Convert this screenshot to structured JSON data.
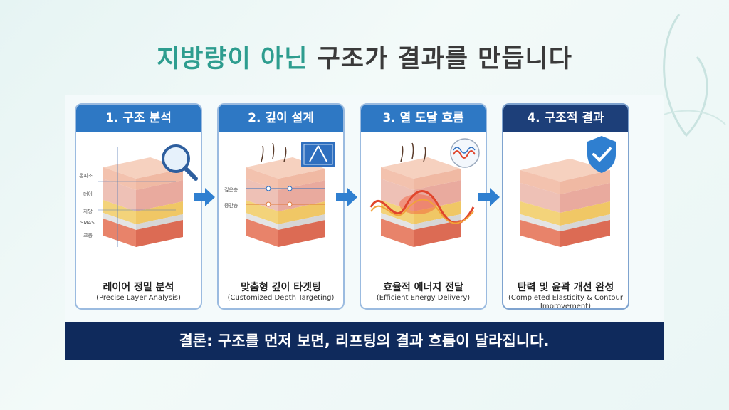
{
  "title": {
    "highlight": "지방량이 아닌",
    "rest": " 구조가 결과를 만듭니다"
  },
  "steps": [
    {
      "header": "1. 구조 분석",
      "label": "레이어 정밀 분석",
      "sub": "(Precise Layer Analysis)",
      "side_labels": [
        "온피조",
        "더이",
        "자방",
        "SMAS",
        "크층"
      ],
      "icon": "magnifier-icon"
    },
    {
      "header": "2. 깊이 설계",
      "label": "맞춤형 깊이 타겟팅",
      "sub": "(Customized Depth Targeting)",
      "side_labels": [
        "깊은층",
        "중간층"
      ],
      "icon": "blueprint-icon"
    },
    {
      "header": "3. 열 도달 흐름",
      "label": "효율적 에너지 전달",
      "sub": "(Efficient Energy Delivery)",
      "icon": "wave-icon"
    },
    {
      "header": "4. 구조적 결과",
      "label": "탄력 및 윤곽 개선 완성",
      "sub": "(Completed Elasticity & Contour Improvement)",
      "icon": "shield-check-icon"
    }
  ],
  "conclusion": "결론: 구조를 먼저 보면, 리프팅의 결과 흐름이 달라집니다.",
  "colors": {
    "header": "#2e78c4",
    "header_last": "#1d3f79",
    "conclusion_bg": "#0f2a5c",
    "title_highlight": "#2e9d8f",
    "arrow": "#2f7fd0"
  }
}
